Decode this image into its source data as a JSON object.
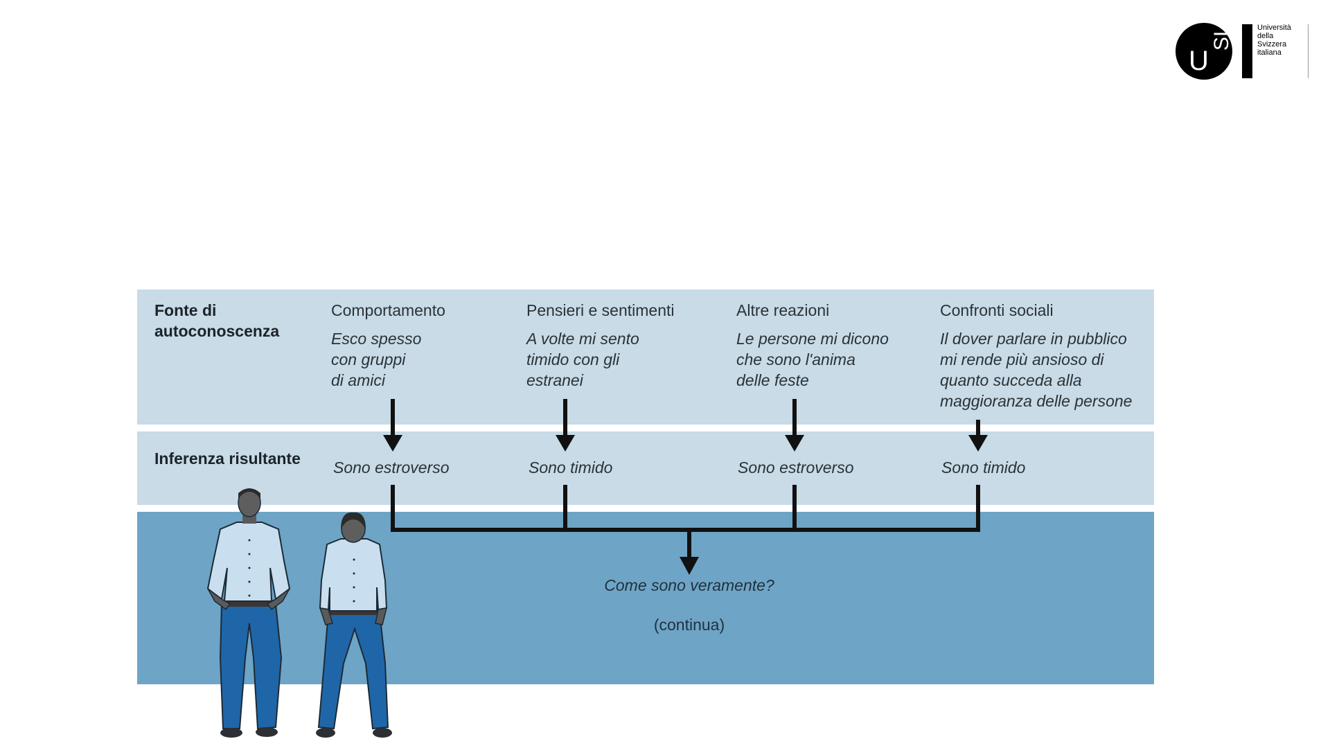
{
  "logo": {
    "mark_left": "U",
    "mark_right": "SI",
    "lines": [
      "Università",
      "della",
      "Svizzera",
      "italiana"
    ]
  },
  "diagram": {
    "row_source_label": "Fonte di\nautoconoscenza",
    "row_source_label_lines": [
      "Fonte di",
      "autoconoscenza"
    ],
    "row_inference_label": "Inferenza risultante",
    "columns": [
      {
        "heading": "Comportamento",
        "example": "Esco spesso\ncon gruppi\ndi amici",
        "inference": "Sono estroverso"
      },
      {
        "heading": "Pensieri e sentimenti",
        "example": "A volte mi sento\ntimido con gli\nestranei",
        "inference": "Sono timido"
      },
      {
        "heading": "Altre reazioni",
        "example": "Le persone mi dicono\nche sono l'anima\ndelle feste",
        "inference": "Sono estroverso"
      },
      {
        "heading": "Confronti sociali",
        "example": "Il dover parlare in pubblico\nmi rende più ansioso di\nquanto succeda alla\nmaggioranza delle persone",
        "inference": "Sono timido"
      }
    ],
    "question": "Come sono veramente?",
    "continuation": "(continua)",
    "illustration": [
      "person-confident-figure",
      "person-shy-figure"
    ]
  },
  "colors": {
    "panel_light": "#c8dbe6",
    "panel_dark": "#6ea4c5",
    "arrow": "#111111",
    "shirt": "#c9dff0",
    "jeans": "#1f66a8"
  }
}
